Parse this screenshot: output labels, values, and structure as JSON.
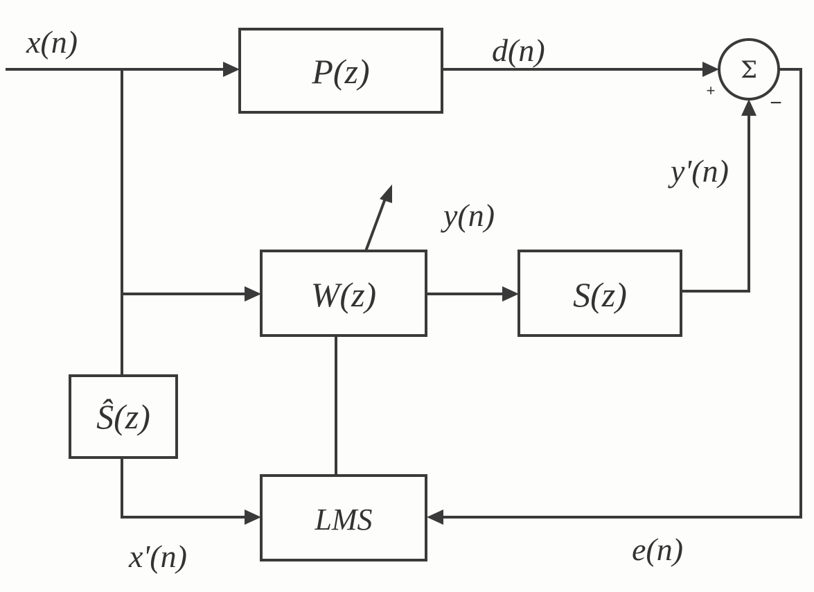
{
  "diagram": {
    "blocks": {
      "p": "P(z)",
      "w": "W(z)",
      "s": "S(z)",
      "shat": "Ŝ(z)",
      "lms": "LMS"
    },
    "summer": {
      "symbol": "Σ",
      "plus": "+",
      "minus": "−"
    },
    "signals": {
      "x": "x(n)",
      "d": "d(n)",
      "y": "y(n)",
      "yprime": "y'(n)",
      "xprime": "x'(n)",
      "e": "e(n)"
    }
  }
}
